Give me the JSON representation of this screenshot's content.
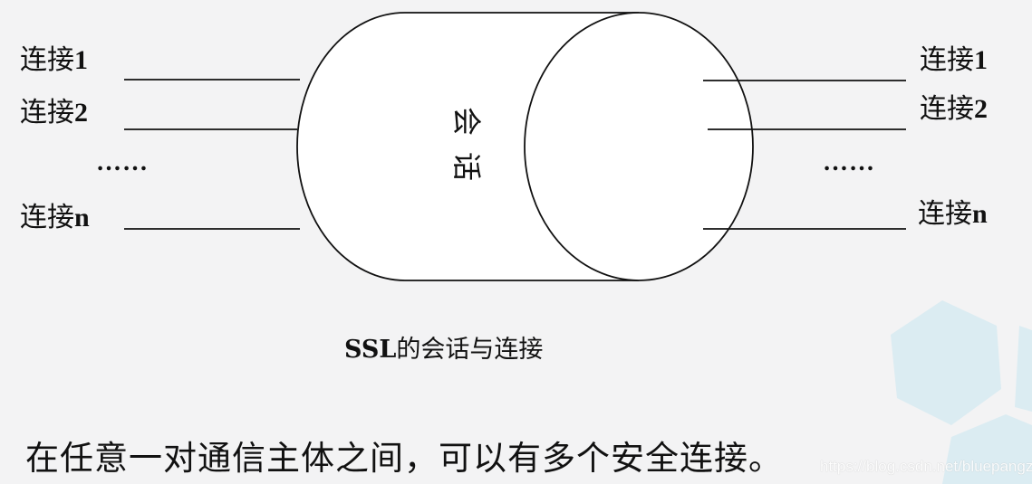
{
  "left_labels": [
    {
      "prefix": "连接",
      "suffix": "1"
    },
    {
      "prefix": "连接",
      "suffix": "2"
    },
    {
      "prefix": "连接",
      "suffix": "n"
    }
  ],
  "right_labels": [
    {
      "prefix": "连接",
      "suffix": "1"
    },
    {
      "prefix": "连接",
      "suffix": "2"
    },
    {
      "prefix": "连接",
      "suffix": "n"
    }
  ],
  "ellipsis": "……",
  "session_label": "会话",
  "caption": {
    "prefix": "SSL",
    "text": "的会话与连接"
  },
  "bottom_text": "在任意一对通信主体之间，可以有多个安全连接。",
  "watermark": "https://blog.csdn.net/bluepangzi",
  "colors": {
    "background": "#f3f3f4",
    "stroke": "#111111",
    "hexagon": "#d9ebf1"
  }
}
